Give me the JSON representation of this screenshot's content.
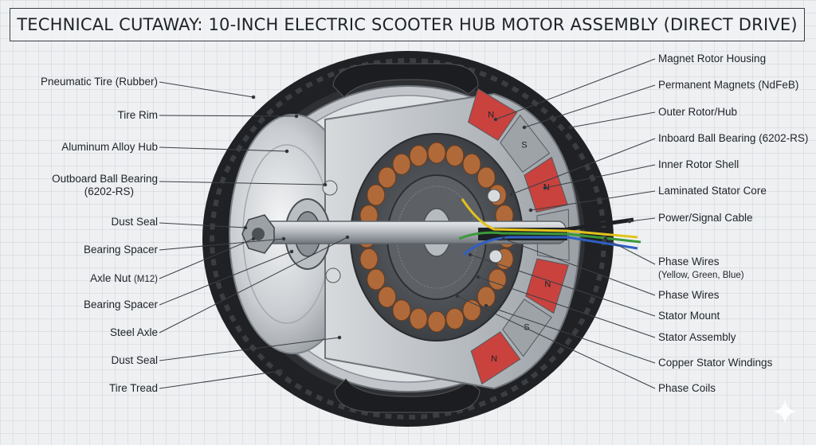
{
  "title": "TECHNICAL CUTAWAY: 10-INCH ELECTRIC SCOOTER HUB MOTOR ASSEMBLY (DIRECT DRIVE)",
  "left_labels": [
    {
      "text": "Pneumatic Tire (Rubber)"
    },
    {
      "text": "Tire Rim"
    },
    {
      "text": "Aluminum Alloy Hub"
    },
    {
      "text": "Outboard Ball Bearing",
      "line2": "(6202-RS)"
    },
    {
      "text": "Dust Seal"
    },
    {
      "text": "Bearing Spacer"
    },
    {
      "text": "Axle Nut",
      "suffix": "(M12)"
    },
    {
      "text": "Bearing Spacer"
    },
    {
      "text": "Steel Axle"
    },
    {
      "text": "Dust Seal"
    },
    {
      "text": "Tire Tread"
    }
  ],
  "right_labels": [
    {
      "text": "Magnet Rotor Housing"
    },
    {
      "text": "Permanent Magnets (NdFeB)"
    },
    {
      "text": "Outer Rotor/Hub"
    },
    {
      "text": "Inboard Ball Bearing (6202-RS)"
    },
    {
      "text": "Inner Rotor Shell"
    },
    {
      "text": "Laminated Stator Core"
    },
    {
      "text": "Power/Signal Cable"
    },
    {
      "text": "Phase Wires",
      "line2": "(Yellow, Green, Blue)"
    },
    {
      "text": "Phase Wires"
    },
    {
      "text": "Stator Mount"
    },
    {
      "text": "Stator Assembly"
    },
    {
      "text": "Copper Stator Windings"
    },
    {
      "text": "Phase Coils"
    }
  ],
  "magnet_letters": [
    "N",
    "S",
    "N",
    "S",
    "N",
    "S",
    "N"
  ],
  "colors": {
    "magnet_red": "#c9423e",
    "magnet_gray": "#9ea3a8",
    "copper": "#b06a3a",
    "tire": "#2b2d30",
    "wire_yellow": "#e3c21a",
    "wire_green": "#3a9a3a",
    "wire_blue": "#2f5fc4"
  },
  "icons": [
    "sparkle-icon"
  ]
}
